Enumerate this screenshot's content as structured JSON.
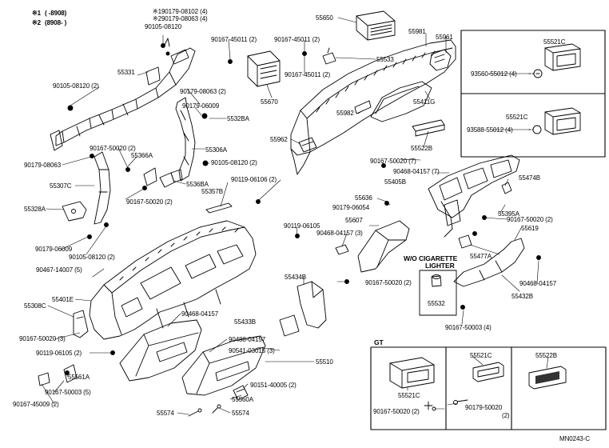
{
  "legend": {
    "line1_mark": "※1",
    "line1_range": "(      -8908)",
    "line2_mark": "※2",
    "line2_range": "(8908-      )"
  },
  "diagram_code": "MN0243-C",
  "notes": {
    "wo_cigarette": "W/O CIGARETTE",
    "lighter": "LIGHTER",
    "gt": "GT"
  },
  "callouts": {
    "c_90179_08102": "※190179-08102 (4)",
    "c_90179_08063_a": "※290179-08063 (4)",
    "c_90105_08120_a": "90105-08120",
    "c_55331": "55331",
    "c_90105_08120_b": "90105-08120 (2)",
    "c_90179_08063_b": "90179-08063 (2)",
    "c_90179_06009_a": "90179-06009",
    "c_5532BA": "5532BA",
    "c_90167_50020_a": "90167-50020 (2)",
    "c_55366A": "55366A",
    "c_55306A": "55306A",
    "c_90179_08063_c": "90179-08063",
    "c_90105_08120_c": "90105-08120 (2)",
    "c_55307C": "55307C",
    "c_5536BA": "5536BA",
    "c_90167_50020_b": "90167-50020 (2)",
    "c_55328A": "55328A",
    "c_90179_06009_b": "90179-06009",
    "c_90105_08120_d": "90105-08120 (2)",
    "c_90167_45011_a": "90167-45011 (2)",
    "c_90167_45011_b": "90167-45011 (2)",
    "c_90167_45011_c": "90167-45011 (2)",
    "c_55670": "55670",
    "c_55650": "55650",
    "c_55533": "55533",
    "c_55981": "55981",
    "c_55961": "55961",
    "c_55411G": "55411G",
    "c_55982": "55982",
    "c_55962": "55962",
    "c_55522B_a": "55522B",
    "c_90167_50020_c": "90167-50020 (7)",
    "c_55521C_a": "55521C",
    "c_93560_55012": "93560-55012 (4)",
    "c_55521C_b": "55521C",
    "c_93568_55012": "93588-55012 (4)",
    "c_90119_06106_a": "90119-06106 (2)",
    "c_55357B": "55357B",
    "c_90467_14007": "90467-14007 (5)",
    "c_90119_06105": "90119-06105",
    "c_90468_04157_a": "90468-04157 (7)",
    "c_55405B": "55405B",
    "c_55474B": "55474B",
    "c_55636": "55636",
    "c_90179_06054": "90179-06054",
    "c_55607": "55607",
    "c_90468_04157_b": "90468-04157 (3)",
    "c_55395A": "55395A",
    "c_90167_50020_d": "90167-50020 (2)",
    "c_55619": "55619",
    "c_55477A": "55477A",
    "c_90468_04157_c": "90468-04157",
    "c_55432B": "55432B",
    "c_55401E": "55401E",
    "c_55434B": "55434B",
    "c_90167_50020_e": "90167-50020 (2)",
    "c_55532": "55532",
    "c_90167_50003_a": "90167-50003 (4)",
    "c_55308C": "55308C",
    "c_90167_50020_f": "90167-50020 (3)",
    "c_90468_04157_d": "90468-04157",
    "c_55433B": "55433B",
    "c_90119_06105_b": "90119-06105 (2)",
    "c_90488_04157": "90488-04157",
    "c_90541_03015": "90541-03015 (3)",
    "c_55510": "55510",
    "c_55561A": "55561A",
    "c_90151_40005": "90151-40005 (2)",
    "c_90167_50003_b": "90167-50003 (5)",
    "c_55560A": "55560A",
    "c_90167_45009": "90167-45009 (2)",
    "c_55574_a": "55574",
    "c_55574_b": "55574",
    "c_55521C_c": "55521C",
    "c_55521C_d": "55521C",
    "c_55522B_b": "55522B",
    "c_90167_50020_g": "90167-50020 (2)",
    "c_90179_50020": "90179-50020",
    "c_qty2": "(2)"
  }
}
